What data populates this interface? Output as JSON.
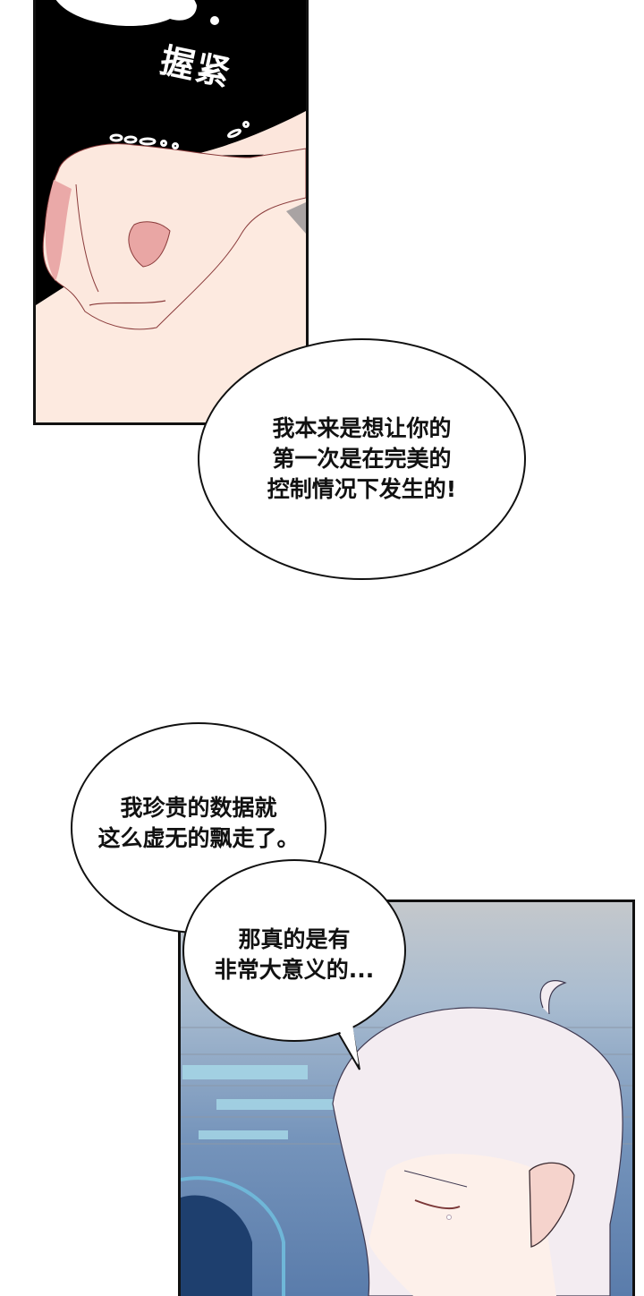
{
  "page": {
    "type": "webtoon-page",
    "background": "#ffffff"
  },
  "panel_1": {
    "description": "clenched fist close-up against black background",
    "sfx": "握紧",
    "colors": {
      "background": "#000000",
      "skin": "#fce9df",
      "skin_shadow": "#eaa9a8",
      "outline": "#8a3b3b"
    }
  },
  "bubble_1": {
    "lines": [
      "我本来是想让你的",
      "第一次是在完美的",
      "控制情况下发生的!"
    ],
    "text": "我本来是想让你的\n第一次是在完美的\n控制情况下发生的!"
  },
  "bubble_2": {
    "lines": [
      "我珍贵的数据就",
      "这么虚无的飘走了。"
    ],
    "text": "我珍贵的数据就\n这么虚无的飘走了。"
  },
  "bubble_3": {
    "lines": [
      "那真的是有",
      "非常大意义的..."
    ],
    "text": "那真的是有\n非常大意义的..."
  },
  "panel_2": {
    "description": "white-haired character with closed teary eyes in a blue-toned lab",
    "colors": {
      "wall": "#c4c8cc",
      "lab": "#6f8fb8",
      "door": "#1e3f6e",
      "hair": "#f3ecf1",
      "skin": "#fdf0ea",
      "accent_cyan": "#7fd3e8"
    }
  }
}
